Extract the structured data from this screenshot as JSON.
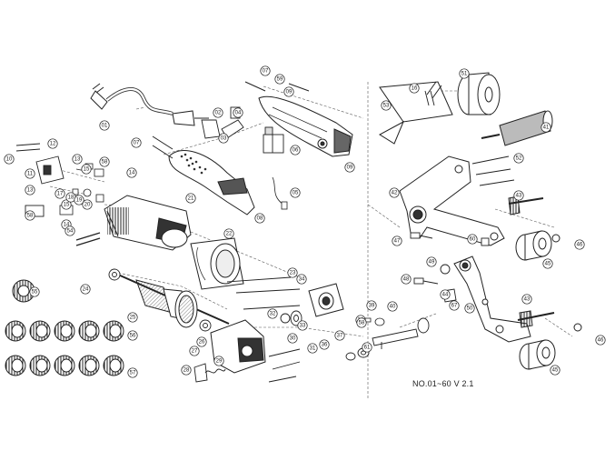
{
  "diagram": {
    "caption": "NO.01~60 V 2.1",
    "callouts": [
      {
        "id": "c01",
        "label": "01",
        "part": "power-cord"
      },
      {
        "id": "c02",
        "label": "02",
        "part": "cord-guard"
      },
      {
        "id": "c03",
        "label": "03",
        "part": "cable-clamp"
      },
      {
        "id": "c04",
        "label": "04",
        "part": "clamp-screw"
      },
      {
        "id": "c05",
        "label": "05",
        "part": "wire-lead"
      },
      {
        "id": "c06",
        "label": "06",
        "part": "switch"
      },
      {
        "id": "c07a",
        "label": "07",
        "part": "screw"
      },
      {
        "id": "c07b",
        "label": "07",
        "part": "screw"
      },
      {
        "id": "c08",
        "label": "08",
        "part": "handle-left"
      },
      {
        "id": "c09a",
        "label": "09",
        "part": "handle-right"
      },
      {
        "id": "c09b",
        "label": "09",
        "part": "screw"
      },
      {
        "id": "c10",
        "label": "10",
        "part": "screw"
      },
      {
        "id": "c11",
        "label": "11",
        "part": "brush-holder"
      },
      {
        "id": "c12",
        "label": "12",
        "part": "brush-cap"
      },
      {
        "id": "c13a",
        "label": "13",
        "part": "screw"
      },
      {
        "id": "c13b",
        "label": "13",
        "part": "screw"
      },
      {
        "id": "c14a",
        "label": "14",
        "part": "terminal"
      },
      {
        "id": "c14b",
        "label": "14",
        "part": "terminal"
      },
      {
        "id": "c15a",
        "label": "15",
        "part": "washer"
      },
      {
        "id": "c15b",
        "label": "15",
        "part": "washer"
      },
      {
        "id": "c16",
        "label": "16",
        "part": "spring"
      },
      {
        "id": "c17",
        "label": "17",
        "part": "carbon-brush"
      },
      {
        "id": "c18",
        "label": "18",
        "part": "brush-spring"
      },
      {
        "id": "c19",
        "label": "19",
        "part": "pin"
      },
      {
        "id": "c20",
        "label": "20",
        "part": "cap"
      },
      {
        "id": "c21",
        "label": "21",
        "part": "motor-housing"
      },
      {
        "id": "c22",
        "label": "22",
        "part": "stator"
      },
      {
        "id": "c23",
        "label": "23",
        "part": "long-screw"
      },
      {
        "id": "c24",
        "label": "24",
        "part": "bearing"
      },
      {
        "id": "c25",
        "label": "25",
        "part": "armature"
      },
      {
        "id": "c26",
        "label": "26",
        "part": "bearing"
      },
      {
        "id": "c27",
        "label": "27",
        "part": "gear-housing"
      },
      {
        "id": "c28",
        "label": "28",
        "part": "switch-lever"
      },
      {
        "id": "c29",
        "label": "29",
        "part": "spring"
      },
      {
        "id": "c30",
        "label": "30",
        "part": "bearing-plate"
      },
      {
        "id": "c31",
        "label": "31",
        "part": "screw"
      },
      {
        "id": "c32",
        "label": "32",
        "part": "bearing"
      },
      {
        "id": "c33",
        "label": "33",
        "part": "washer"
      },
      {
        "id": "c34",
        "label": "34",
        "part": "bearing-cover"
      },
      {
        "id": "c35",
        "label": "35",
        "part": "gear"
      },
      {
        "id": "c36",
        "label": "36",
        "part": "gear-set"
      },
      {
        "id": "c37",
        "label": "37",
        "part": "gear-set"
      },
      {
        "id": "c38",
        "label": "38",
        "part": "key"
      },
      {
        "id": "c39",
        "label": "39",
        "part": "retaining-ring"
      },
      {
        "id": "c40",
        "label": "40",
        "part": "output-shaft"
      },
      {
        "id": "c41",
        "label": "41",
        "part": "drive-roller"
      },
      {
        "id": "c42",
        "label": "42",
        "part": "arm-bracket"
      },
      {
        "id": "c43a",
        "label": "43",
        "part": "shaft"
      },
      {
        "id": "c43b",
        "label": "43",
        "part": "shaft"
      },
      {
        "id": "c44",
        "label": "44",
        "part": "bolt"
      },
      {
        "id": "c45a",
        "label": "45",
        "part": "roller"
      },
      {
        "id": "c45b",
        "label": "45",
        "part": "roller"
      },
      {
        "id": "c46a",
        "label": "46",
        "part": "clip"
      },
      {
        "id": "c46b",
        "label": "46",
        "part": "clip"
      },
      {
        "id": "c47",
        "label": "47",
        "part": "bolt"
      },
      {
        "id": "c48",
        "label": "48",
        "part": "bolt"
      },
      {
        "id": "c49",
        "label": "49",
        "part": "washer"
      },
      {
        "id": "c50",
        "label": "50",
        "part": "tension-arm"
      },
      {
        "id": "c51",
        "label": "51",
        "part": "contact-wheel"
      },
      {
        "id": "c52",
        "label": "52",
        "part": "screw-set"
      },
      {
        "id": "c53",
        "label": "53",
        "part": "guard-plate"
      },
      {
        "id": "c54",
        "label": "54",
        "part": "pin"
      },
      {
        "id": "c55",
        "label": "55",
        "part": "spare-gear"
      },
      {
        "id": "c56",
        "label": "56",
        "part": "gear-set"
      },
      {
        "id": "c57",
        "label": "57",
        "part": "gear-set"
      },
      {
        "id": "c58a",
        "label": "58",
        "part": "cap"
      },
      {
        "id": "c58b",
        "label": "58",
        "part": "cap"
      },
      {
        "id": "c58c",
        "label": "58",
        "part": "cap"
      },
      {
        "id": "c59",
        "label": "59",
        "part": "screw"
      },
      {
        "id": "c60",
        "label": "60",
        "part": "nut"
      },
      {
        "id": "c61",
        "label": "61",
        "part": "end-cap"
      },
      {
        "id": "c67",
        "label": "67",
        "part": "bolt"
      }
    ]
  }
}
